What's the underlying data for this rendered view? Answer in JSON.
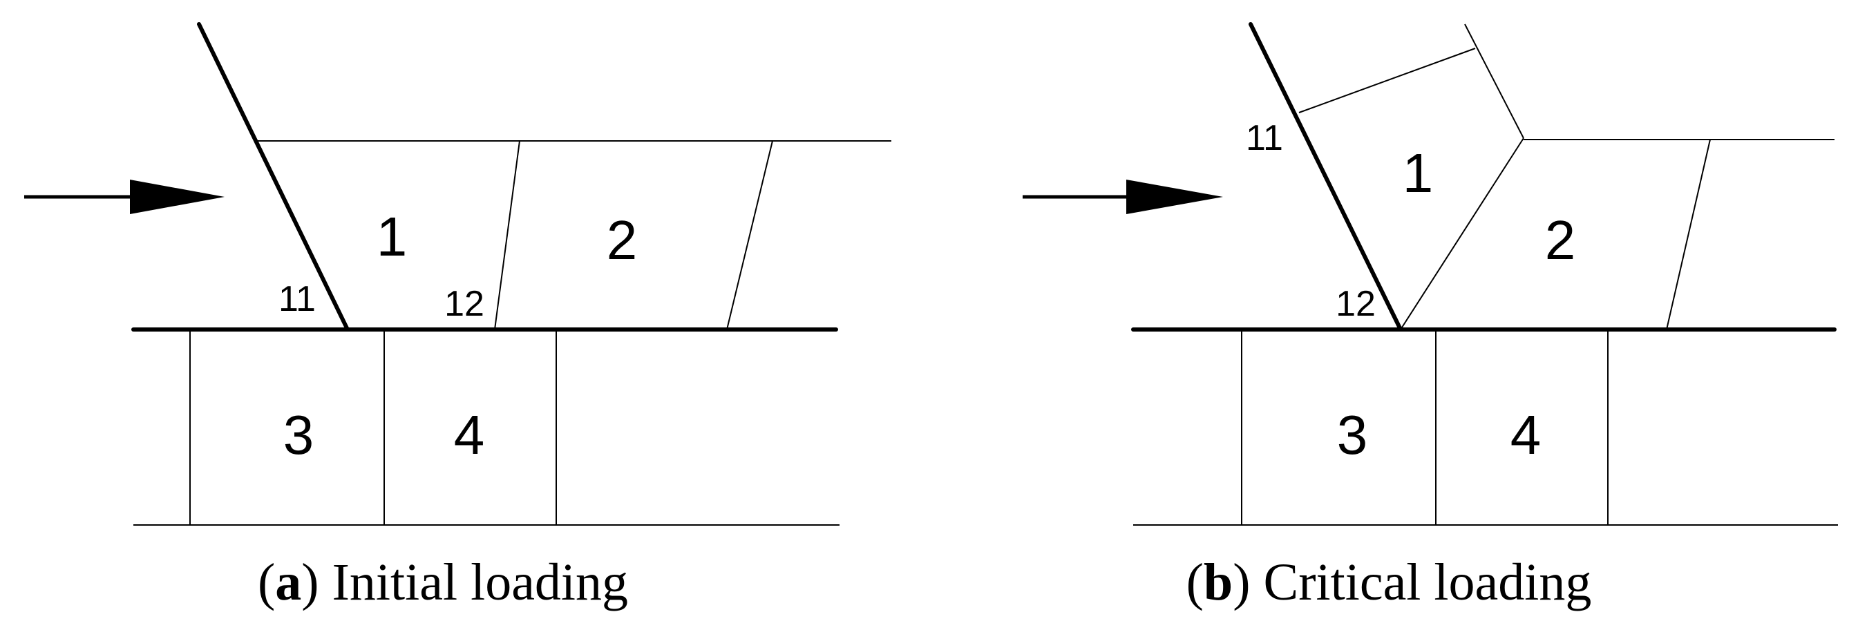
{
  "panels": [
    {
      "id": "a",
      "caption_letter": "a",
      "caption_text": "Initial loading",
      "regions": [
        "1",
        "2",
        "3",
        "4"
      ],
      "nodes": [
        "11",
        "12"
      ]
    },
    {
      "id": "b",
      "caption_letter": "b",
      "caption_text": "Critical loading",
      "regions": [
        "1",
        "2",
        "3",
        "4"
      ],
      "nodes": [
        "11",
        "12"
      ]
    }
  ],
  "caption_paren_open": "(",
  "caption_paren_close": ")"
}
